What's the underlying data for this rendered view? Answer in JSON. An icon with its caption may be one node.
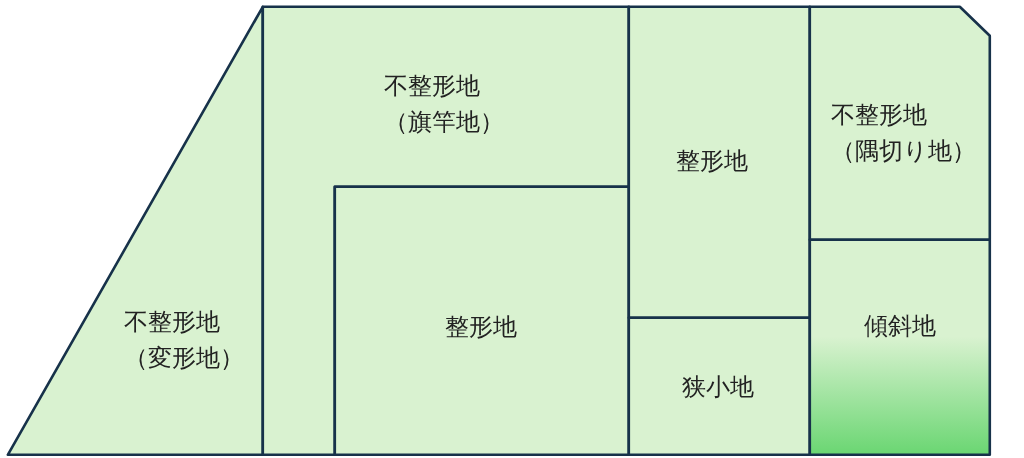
{
  "diagram": {
    "nodes": [
      {
        "text": [
          "不整形地",
          "（変形地）"
        ]
      },
      {
        "text": [
          "不整形地",
          "（旗竿地）"
        ]
      },
      {
        "text": [
          "整形地"
        ]
      },
      {
        "text": [
          "整形地"
        ]
      },
      {
        "text": [
          "狭小地"
        ]
      },
      {
        "text": [
          "不整形地",
          "（隅切り地）"
        ]
      },
      {
        "text": [
          "傾斜地"
        ]
      }
    ]
  }
}
